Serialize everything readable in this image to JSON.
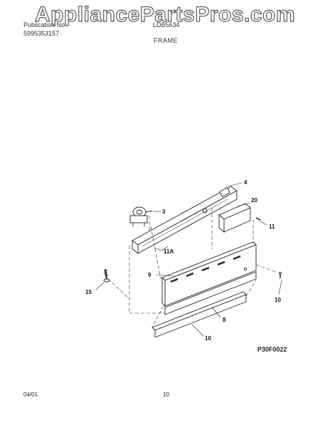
{
  "watermark": "AppliancePartsPros.com",
  "header": {
    "publication_label": "Publication No",
    "publication_number": "5995353157",
    "model_label": "LDB5634",
    "section_title": "FRAME"
  },
  "diagram": {
    "callouts": [
      "3",
      "4",
      "20",
      "11",
      "11A",
      "9",
      "15",
      "8",
      "10",
      "10"
    ],
    "figure_code": "P30F0022"
  },
  "footer": {
    "date": "04/01",
    "page_number": "10"
  }
}
